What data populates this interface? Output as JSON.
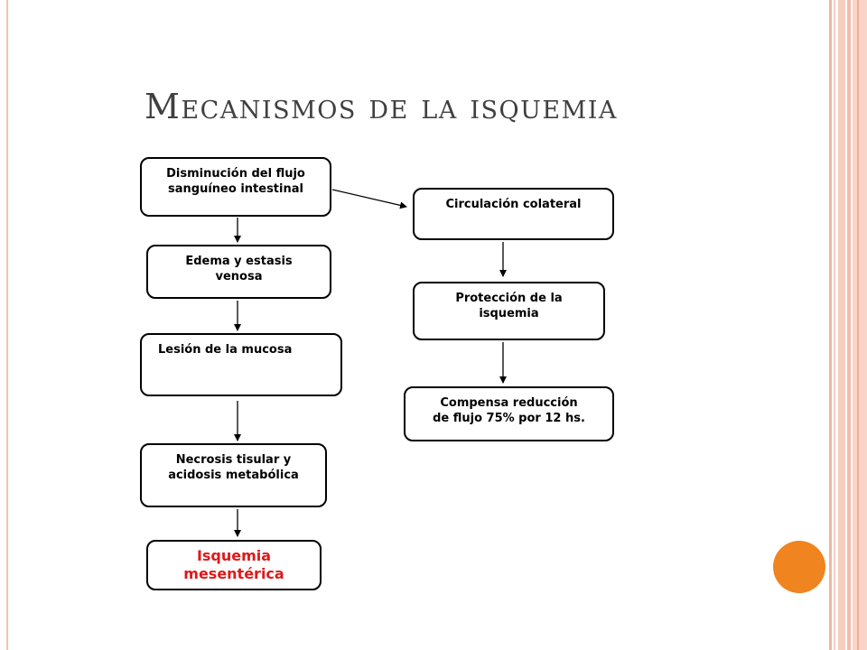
{
  "title": "Mecanismos de la isquemia",
  "flow": {
    "left": [
      {
        "lines": [
          "Disminución del flujo",
          "sanguíneo intestinal"
        ]
      },
      {
        "lines": [
          "Edema y estasis",
          "venosa"
        ]
      },
      {
        "lines": [
          "Lesión de la mucosa"
        ]
      },
      {
        "lines": [
          "Necrosis tisular y",
          "acidosis metabólica"
        ]
      },
      {
        "lines": [
          "Isquemia",
          "mesentérica"
        ]
      }
    ],
    "right": [
      {
        "lines": [
          "Circulación colateral"
        ]
      },
      {
        "lines": [
          "Protección de la",
          "isquemia"
        ]
      },
      {
        "lines": [
          "Compensa reducción",
          "de flujo 75% por 12 hs."
        ]
      }
    ]
  },
  "colors": {
    "outcome_text": "#e01818",
    "accent_dot": "#f0841f",
    "title_text": "#404040",
    "border_stripes": "#f3c3b3"
  }
}
